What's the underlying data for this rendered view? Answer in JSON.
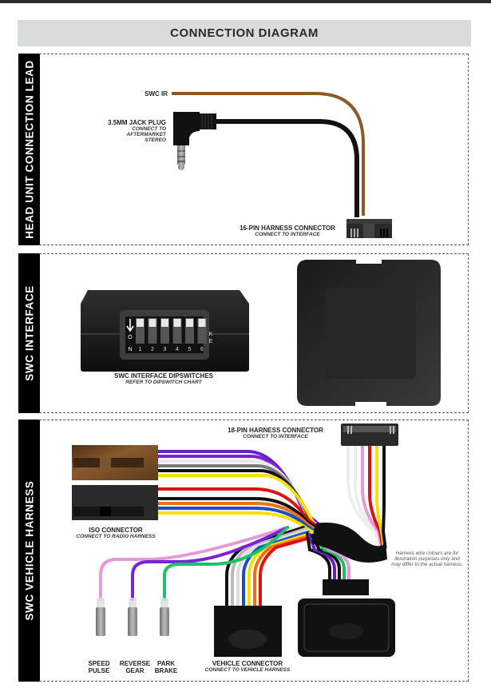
{
  "header": {
    "title": "CONNECTION DIAGRAM"
  },
  "sections": [
    {
      "id": "head-unit",
      "tab_label": "HEAD UNIT CONNECTION LEAD"
    },
    {
      "id": "swc-interface",
      "tab_label": "SWC INTERFACE"
    },
    {
      "id": "vehicle-harness",
      "tab_label": "SWC VEHICLE HARNESS"
    }
  ],
  "head_unit": {
    "swc_ir": {
      "label": "SWC IR"
    },
    "jack_plug": {
      "label": "3.5MM JACK PLUG",
      "sub": [
        "CONNECT TO",
        "AFTERMARKET",
        "STEREO"
      ]
    },
    "harness16": {
      "label": "16-PIN HARNESS CONNECTOR",
      "sub": "CONNECT TO INTERFACE"
    },
    "wire_colors": {
      "swc_ir": "#8a5a2e",
      "jack": "#111111"
    }
  },
  "interface": {
    "dipswitch": {
      "label": "SWC INTERFACE DIPSWITCHES",
      "sub": "REFER TO DIPSWITCH CHART",
      "on_label": "ON",
      "key_label": "KE",
      "switches": [
        "1",
        "2",
        "3",
        "4",
        "5",
        "6"
      ]
    }
  },
  "vehicle": {
    "harness18": {
      "label": "18-PIN HARNESS CONNECTOR",
      "sub": "CONNECT TO INTERFACE"
    },
    "iso": {
      "label": "ISO CONNECTOR",
      "sub": "CONNECT TO RADIO HARNESS"
    },
    "vehicle_connector": {
      "label": "VEHICLE CONNECTOR",
      "sub": "CONNECT TO VEHICLE HARNESS"
    },
    "note": [
      "Harness wire colours are for",
      "illustration purposes only and",
      "may differ to the actual harness."
    ],
    "terminals": [
      {
        "line1": "SPEED",
        "line2": "PULSE",
        "color": "#e39ad8"
      },
      {
        "line1": "REVERSE",
        "line2": "GEAR",
        "color": "#7b22d6"
      },
      {
        "line1": "PARK",
        "line2": "BRAKE",
        "color": "#1fc06a"
      }
    ],
    "iso_top_wires": [
      "#6a1fc2",
      "#7b22d6",
      "#e8e8e8",
      "#777777",
      "#111111",
      "#f5e000"
    ],
    "iso_bottom_wires": [
      "#e01010",
      "#111111",
      "#f07010",
      "#1a50c0",
      "#f5e000"
    ],
    "vehicle_wires": [
      "#111111",
      "#bbbbbb",
      "#dddddd",
      "#1a50c0",
      "#f5e000",
      "#f07010",
      "#e01010"
    ],
    "plug_wires": [
      "#111111",
      "#6a1fc2",
      "#111111",
      "#1fc06a",
      "#e39ad8"
    ],
    "harness18_wires": [
      "#eeeeee",
      "#eeeeee",
      "#e39ad8",
      "#e01010",
      "#f5e000",
      "#111111"
    ]
  }
}
